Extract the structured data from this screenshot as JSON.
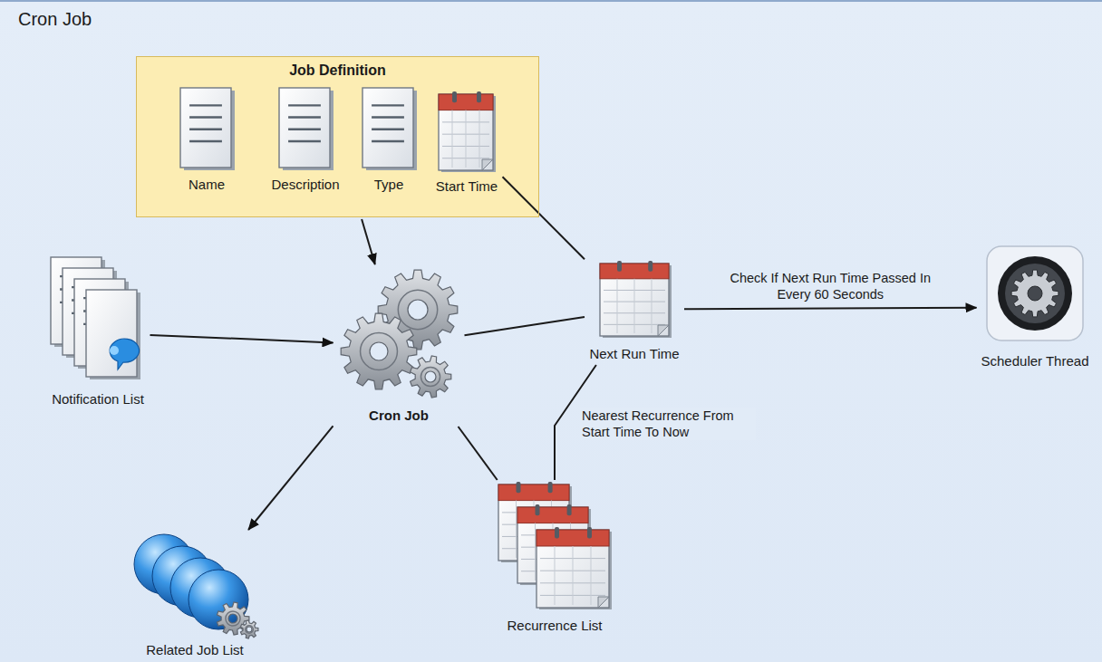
{
  "diagram": {
    "title": "Cron Job",
    "nodes": [
      {
        "text": [
          "Job Definition"
        ]
      },
      {
        "text": [
          "Name"
        ],
        "in": 0
      },
      {
        "text": [
          "Description"
        ],
        "in": 0
      },
      {
        "text": [
          "Type"
        ],
        "in": 0
      },
      {
        "text": [
          "Start Time"
        ],
        "in": 0
      },
      {
        "text": [
          "Notification List"
        ]
      },
      {
        "text": [
          "Cron Job"
        ]
      },
      {
        "text": [
          "Next Run Time"
        ]
      },
      {
        "text": [
          "Scheduler Thread"
        ]
      },
      {
        "text": [
          "Recurrence List"
        ]
      },
      {
        "text": [
          "Related Job List"
        ]
      }
    ],
    "edges": [
      {
        "from": 0,
        "to": 6,
        "arrow": "to"
      },
      {
        "from": 4,
        "to": 7,
        "arrow": "none"
      },
      {
        "from": 5,
        "to": 6,
        "arrow": "to"
      },
      {
        "from": 6,
        "to": 7,
        "arrow": "none"
      },
      {
        "from": 7,
        "to": 8,
        "label": "Check If Next Run Time Passed In Every 60 Seconds",
        "arrow": "to"
      },
      {
        "from": 9,
        "to": 7,
        "label": "Nearest Recurrence From Start Time To Now",
        "arrow": "none"
      },
      {
        "from": 6,
        "to": 9,
        "arrow": "none"
      },
      {
        "from": 6,
        "to": 10,
        "arrow": "to"
      }
    ]
  }
}
